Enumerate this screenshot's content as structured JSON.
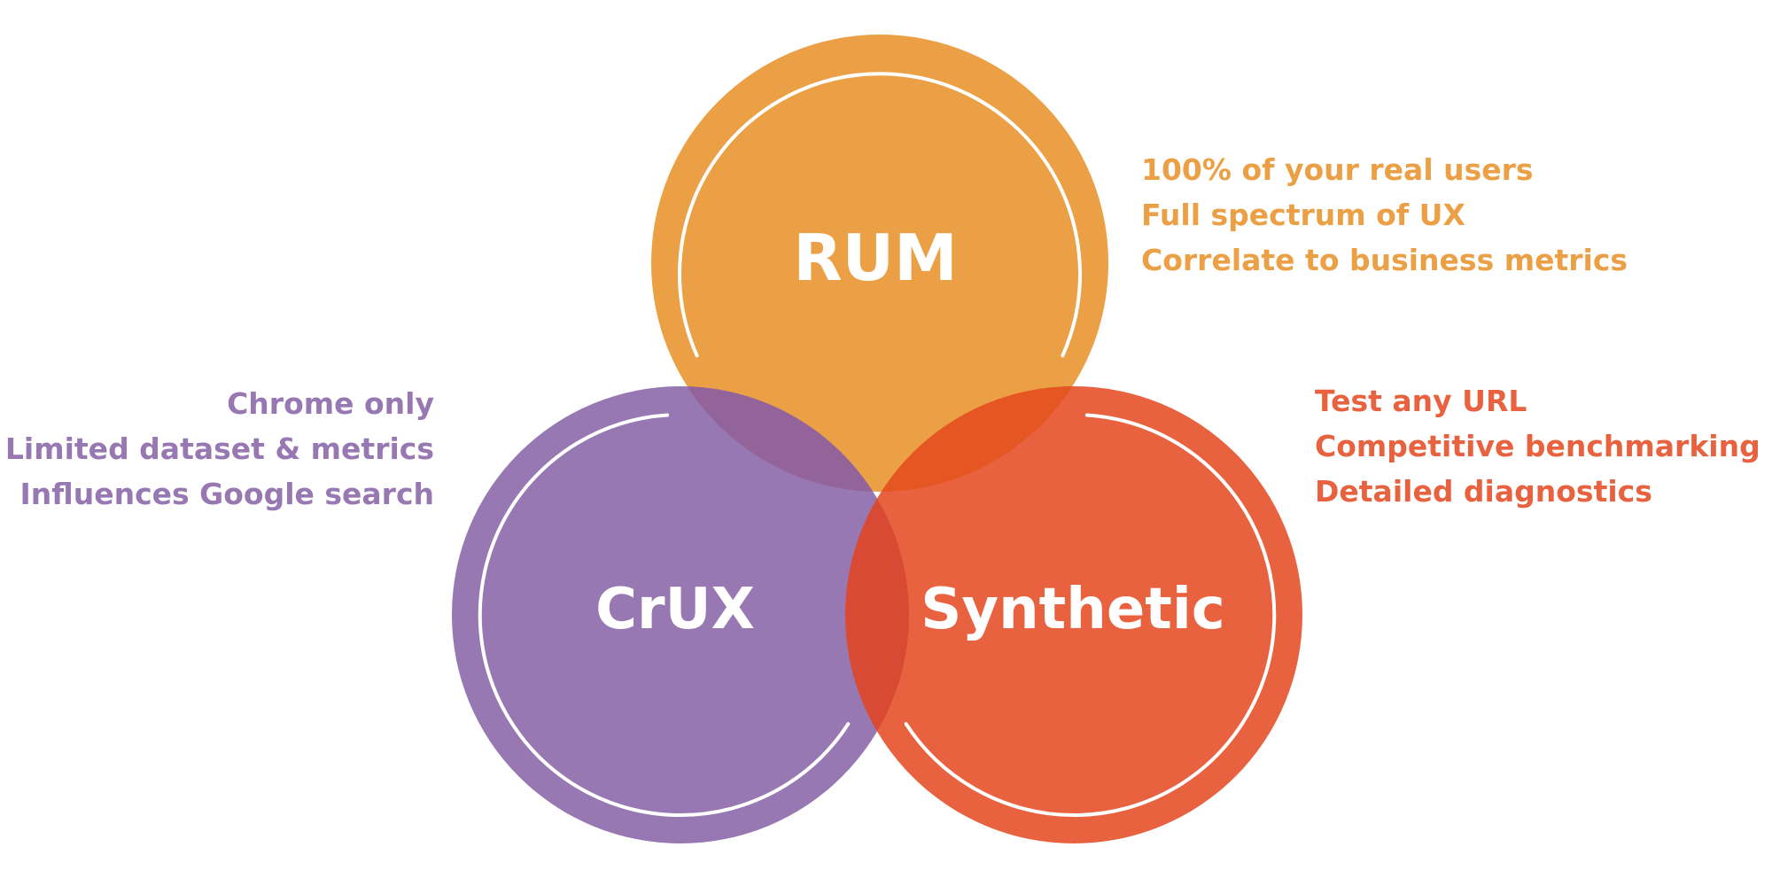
{
  "colors": {
    "rum": "#EBA045",
    "crux": "#9778B2",
    "synthetic": "#E9623F",
    "overlap_rum_crux": "#926499",
    "overlap_rum_synthetic": "#E55622",
    "overlap_crux_synthetic": "#D94A35",
    "overlap_center": "#A24A74",
    "ring": "#ffffff"
  },
  "circles": {
    "rum": {
      "label": "RUM",
      "bullets": [
        "100% of your real users",
        "Full spectrum of UX",
        "Correlate to business metrics"
      ]
    },
    "crux": {
      "label": "CrUX",
      "bullets": [
        "Chrome only",
        "Limited dataset & metrics",
        "Influences Google search"
      ]
    },
    "synthetic": {
      "label": "Synthetic",
      "bullets": [
        "Test any URL",
        "Competitive benchmarking",
        "Detailed diagnostics"
      ]
    }
  }
}
